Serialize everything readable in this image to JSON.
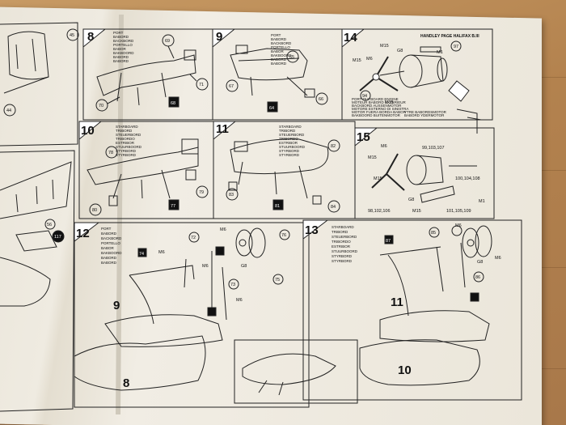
{
  "header": {
    "title": "HANDLEY PAGE HALIFAX B.III"
  },
  "steps": {
    "s8": {
      "num": "8",
      "langs": [
        "PORT",
        "BABORD",
        "BACKBORD",
        "PORTELLO",
        "BABOR",
        "BAKBOORD",
        "BABORD",
        "BABORD"
      ],
      "parts": [
        "69",
        "70",
        "71",
        "68"
      ]
    },
    "s9": {
      "num": "9",
      "langs": [
        "PORT",
        "BABORD",
        "BACKBORD",
        "PORTELLO",
        "BABOR",
        "BAKBOORD",
        "BABORD",
        "BABORD"
      ],
      "parts": [
        "65",
        "67",
        "66",
        "64"
      ]
    },
    "s10": {
      "num": "10",
      "langs": [
        "STARBOARD",
        "TRIBORD",
        "STEUERBORD",
        "TRIBORDO",
        "ESTRIBOR",
        "STUURBOORD",
        "STYRBORD",
        "STYRBORD"
      ],
      "parts": [
        "78",
        "79",
        "80",
        "77"
      ]
    },
    "s11": {
      "num": "11",
      "langs": [
        "STARBOARD",
        "TRIBORD",
        "STEUERBORD",
        "TRIBORDO",
        "ESTRIBOR",
        "STUURBOORD",
        "STYRBORD",
        "STYRBORD"
      ],
      "parts": [
        "82",
        "83",
        "84",
        "81"
      ]
    },
    "s12": {
      "num": "12",
      "langs": [
        "PORT",
        "BABORD",
        "BACKBORD",
        "PORTELLO",
        "BABOR",
        "BAKBOORD",
        "BABORD",
        "BABORD"
      ],
      "parts": [
        "74",
        "72",
        "76",
        "75",
        "73",
        "M6",
        "G8",
        "M6",
        "M6",
        "M6"
      ],
      "sub": [
        "9",
        "8"
      ]
    },
    "s13": {
      "num": "13",
      "langs": [
        "STARBOARD",
        "TRIBORD",
        "STEUERBORD",
        "TRIBORDO",
        "ESTRIBOR",
        "STUURBOORD",
        "STYRBORD",
        "STYRBORD"
      ],
      "parts": [
        "87",
        "85",
        "M6",
        "G8",
        "M6",
        "86"
      ],
      "sub": [
        "11",
        "10"
      ]
    },
    "s14": {
      "num": "14",
      "langs": [
        "PORT OUTBOARD ENGINE",
        "MOTEUR BABORD EXTERIEUR",
        "BACKBORD AUSSENMOTOR",
        "MOTORE ESTERNO DI SINISTRA",
        "MOTOR FUERA BORDA BABOR",
        "BAKBOORD BUITENMOTOR",
        "YTRE BABORDSMOTOR",
        "BABORD YDERMOTOR"
      ],
      "parts": [
        "M15",
        "G8",
        "M15",
        "M6",
        "M1",
        "97",
        "94",
        "M15"
      ]
    },
    "s15": {
      "num": "15",
      "langs": [],
      "parts": [
        "M15",
        "M6",
        "99,103,107",
        "M15",
        "G8",
        "M15",
        "100,104,108",
        "M1",
        "98,102,106",
        "101,105,109"
      ]
    }
  },
  "left_parts": [
    "45",
    "44",
    "56",
    "117"
  ]
}
